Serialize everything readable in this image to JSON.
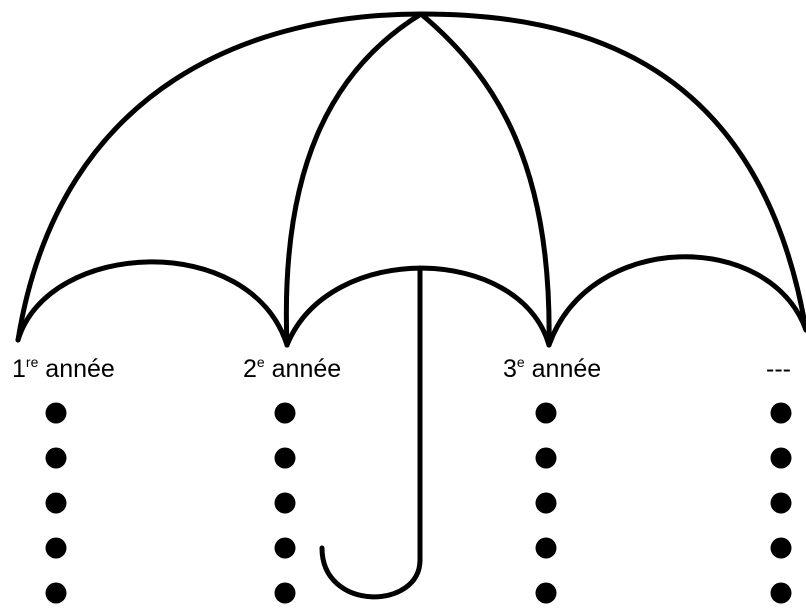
{
  "colors": {
    "ink": "#000000",
    "background": "#ffffff"
  },
  "icons": {
    "umbrella": "umbrella-icon"
  },
  "columns": [
    {
      "num": "1",
      "sup": "re",
      "word": "année",
      "dots": 5
    },
    {
      "num": "2",
      "sup": "e",
      "word": "année",
      "dots": 5
    },
    {
      "num": "3",
      "sup": "e",
      "word": "année",
      "dots": 5
    },
    {
      "num": "---",
      "sup": "",
      "word": "",
      "dots": 5
    }
  ]
}
